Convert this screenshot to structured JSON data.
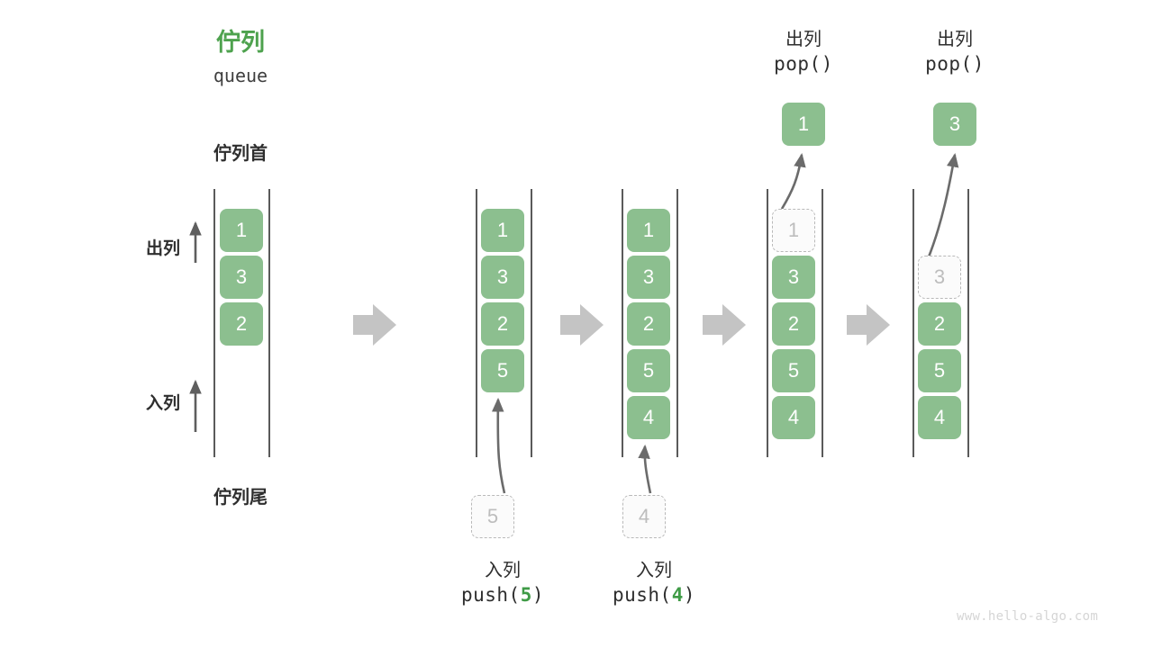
{
  "diagram": {
    "title_cn": "佇列",
    "title_code": "queue",
    "head_label": "佇列首",
    "tail_label": "佇列尾",
    "dequeue_label": "出列",
    "enqueue_label": "入列",
    "watermark": "www.hello-algo.com",
    "colors": {
      "element_fill": "#8CBF8F",
      "title_green": "#4EA24E",
      "code_number_green": "#3F9B46",
      "rail": "#5A5A5A",
      "ghost_border": "#B9B9B9",
      "ghost_text": "#BDBDBD",
      "arrow_gray": "#C4C4C4",
      "thin_arrow": "#6B6B6B",
      "watermark": "#D5D5D5"
    },
    "stages": [
      {
        "id": "stage-initial",
        "caption_cn": "",
        "caption_code": "",
        "caption_code_number": "",
        "cells": [
          {
            "value": "1",
            "state": "filled"
          },
          {
            "value": "3",
            "state": "filled"
          },
          {
            "value": "2",
            "state": "filled"
          }
        ]
      },
      {
        "id": "stage-push-5",
        "caption_cn": "入列",
        "caption_code_prefix": "push(",
        "caption_code_number": "5",
        "caption_code_suffix": ")",
        "incoming_value": "5",
        "cells": [
          {
            "value": "1",
            "state": "filled"
          },
          {
            "value": "3",
            "state": "filled"
          },
          {
            "value": "2",
            "state": "filled"
          },
          {
            "value": "5",
            "state": "filled"
          }
        ]
      },
      {
        "id": "stage-push-4",
        "caption_cn": "入列",
        "caption_code_prefix": "push(",
        "caption_code_number": "4",
        "caption_code_suffix": ")",
        "incoming_value": "4",
        "cells": [
          {
            "value": "1",
            "state": "filled"
          },
          {
            "value": "3",
            "state": "filled"
          },
          {
            "value": "2",
            "state": "filled"
          },
          {
            "value": "5",
            "state": "filled"
          },
          {
            "value": "4",
            "state": "filled"
          }
        ]
      },
      {
        "id": "stage-pop-1",
        "caption_cn": "出列",
        "caption_code_prefix": "pop(",
        "caption_code_number": "",
        "caption_code_suffix": ")",
        "popped_value": "1",
        "cells": [
          {
            "value": "1",
            "state": "ghost"
          },
          {
            "value": "3",
            "state": "filled"
          },
          {
            "value": "2",
            "state": "filled"
          },
          {
            "value": "5",
            "state": "filled"
          },
          {
            "value": "4",
            "state": "filled"
          }
        ]
      },
      {
        "id": "stage-pop-3",
        "caption_cn": "出列",
        "caption_code_prefix": "pop(",
        "caption_code_number": "",
        "caption_code_suffix": ")",
        "popped_value": "3",
        "cells": [
          {
            "value": "",
            "state": "empty"
          },
          {
            "value": "3",
            "state": "ghost"
          },
          {
            "value": "2",
            "state": "filled"
          },
          {
            "value": "5",
            "state": "filled"
          },
          {
            "value": "4",
            "state": "filled"
          }
        ]
      }
    ],
    "transition_arrows": 4
  }
}
